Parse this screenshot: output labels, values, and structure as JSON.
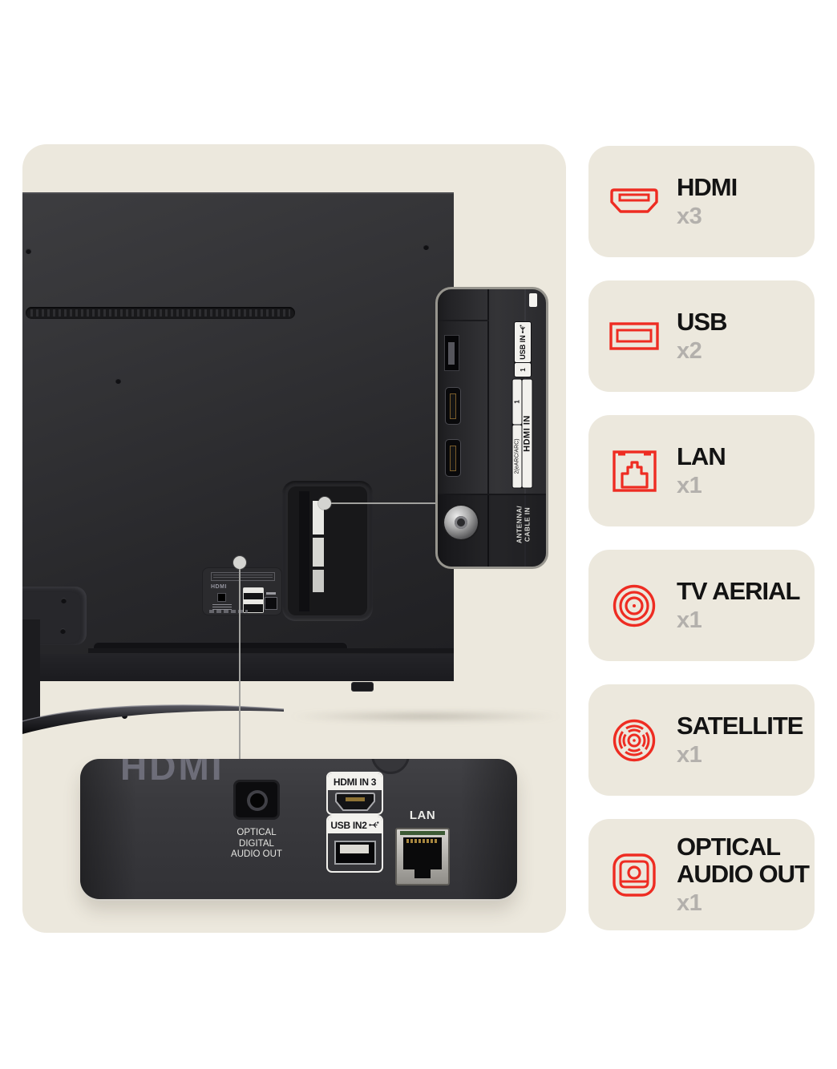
{
  "colors": {
    "accent_red": "#ee2c22",
    "card_bg": "#ece8dd",
    "panel_bg": "#ece8dd",
    "title_text": "#131313",
    "count_text": "#b3b0ac"
  },
  "summary_cards": [
    {
      "label": "HDMI",
      "count": "x3",
      "icon": "hdmi-port-icon"
    },
    {
      "label": "USB",
      "count": "x2",
      "icon": "usb-port-icon"
    },
    {
      "label": "LAN",
      "count": "x1",
      "icon": "lan-port-icon"
    },
    {
      "label": "TV AERIAL",
      "count": "x1",
      "icon": "tv-aerial-icon"
    },
    {
      "label": "SATELLITE",
      "count": "x1",
      "icon": "satellite-icon"
    },
    {
      "label": "OPTICAL AUDIO OUT",
      "count": "x1",
      "icon": "optical-audio-out-icon"
    }
  ],
  "side_panel_zoom": {
    "usb_label": "USB IN",
    "usb_port_number": "1",
    "hdmi_label": "HDMI IN",
    "hdmi_port2_label": "2(eARC/ARC)",
    "hdmi_port1_label": "1",
    "antenna_label_line1": "ANTENNA/",
    "antenna_label_line2": "CABLE IN"
  },
  "bottom_panel_zoom": {
    "molded_logo": "HDMI",
    "optical_label_line1": "OPTICAL",
    "optical_label_line2": "DIGITAL",
    "optical_label_line3": "AUDIO OUT",
    "hdmi_label": "HDMI IN 3",
    "usb_label": "USB IN2",
    "lan_label": "LAN"
  },
  "tv_back": {
    "rear_panel_logo": "HDMI"
  }
}
